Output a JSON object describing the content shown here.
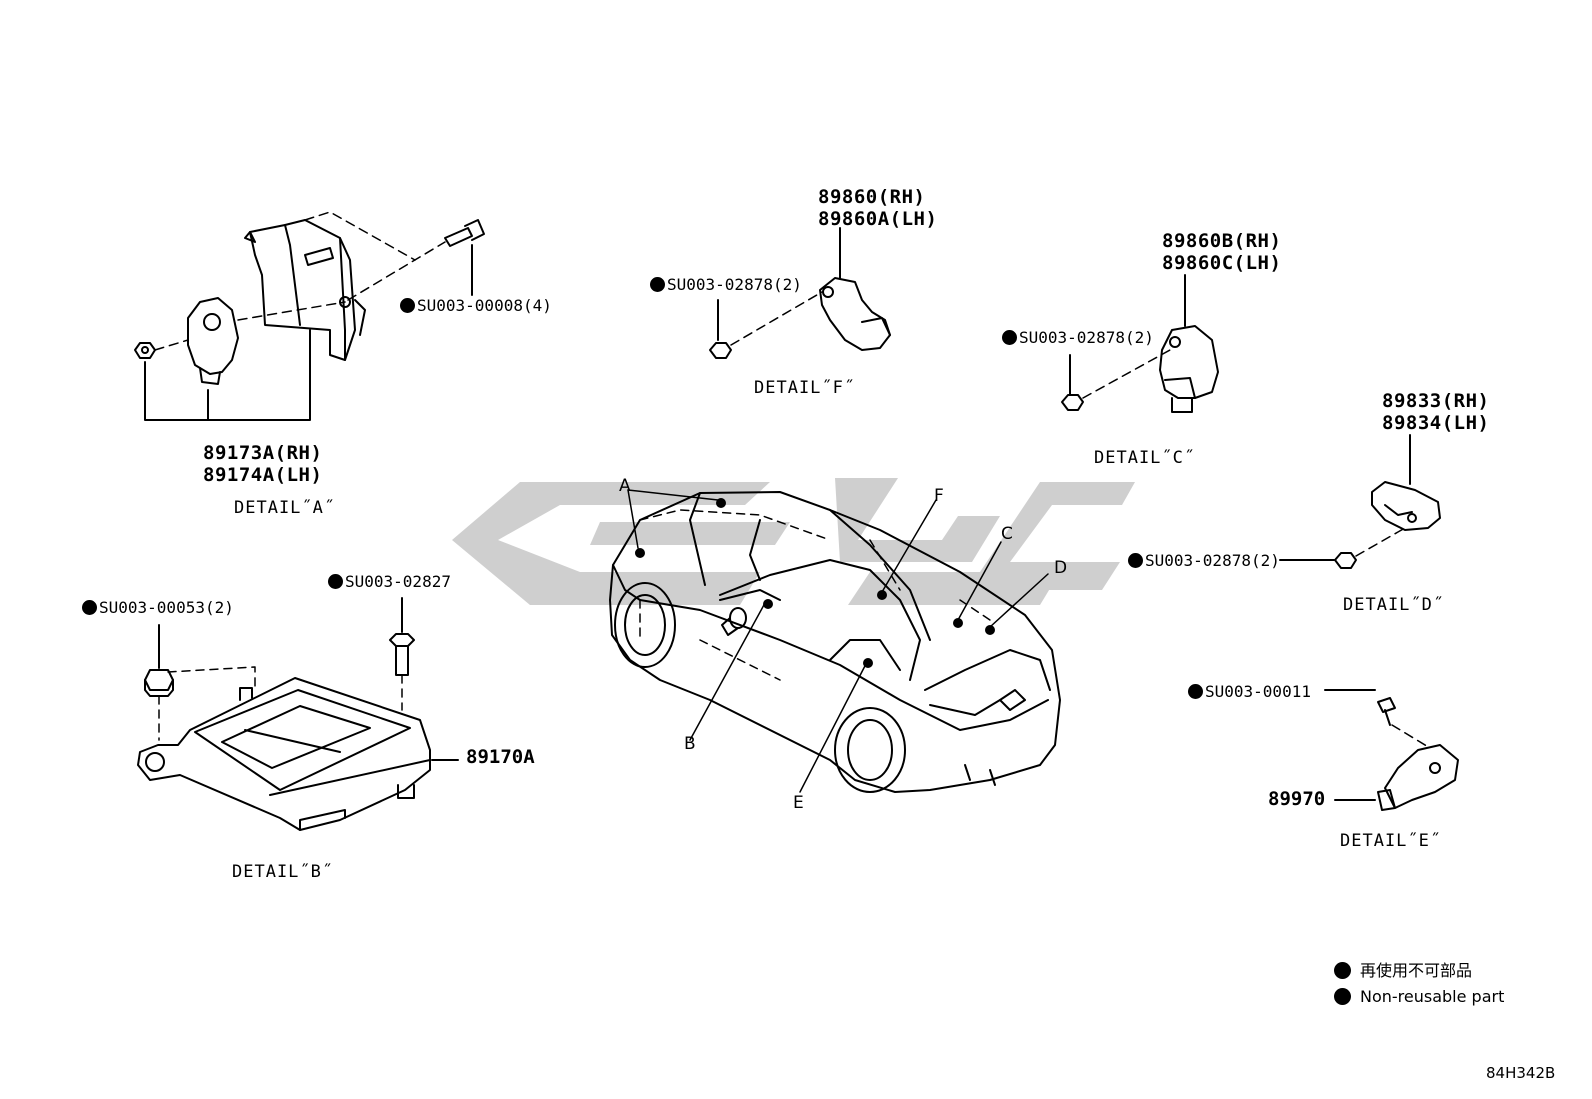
{
  "detail_a": {
    "label": "DETAIL˝A˝",
    "part_rh": "89173A(RH)",
    "part_lh": "89174A(LH)",
    "bolt": "SU003-00008(4)"
  },
  "detail_b": {
    "label": "DETAIL˝B˝",
    "part": "89170A",
    "nut": "SU003-00053(2)",
    "bolt": "SU003-02827"
  },
  "detail_c": {
    "label": "DETAIL˝C˝",
    "part_rh": "89860B(RH)",
    "part_lh": "89860C(LH)",
    "nut": "SU003-02878(2)"
  },
  "detail_d": {
    "label": "DETAIL˝D˝",
    "part_rh": "89833(RH)",
    "part_lh": "89834(LH)",
    "nut": "SU003-02878(2)"
  },
  "detail_e": {
    "label": "DETAIL˝E˝",
    "part": "89970",
    "bolt": "SU003-00011"
  },
  "detail_f": {
    "label": "DETAIL˝F˝",
    "part_rh": "89860(RH)",
    "part_lh": "89860A(LH)",
    "nut": "SU003-02878(2)"
  },
  "car_callouts": {
    "a": "A",
    "b": "B",
    "c": "C",
    "d": "D",
    "e": "E",
    "f": "F"
  },
  "legend": {
    "line_jp": "再使用不可部品",
    "line_en": "Non-reusable part"
  },
  "diagram_code": "84H342B",
  "colors": {
    "ink": "#000000",
    "watermark": "#cfcfcf",
    "background": "#ffffff"
  }
}
